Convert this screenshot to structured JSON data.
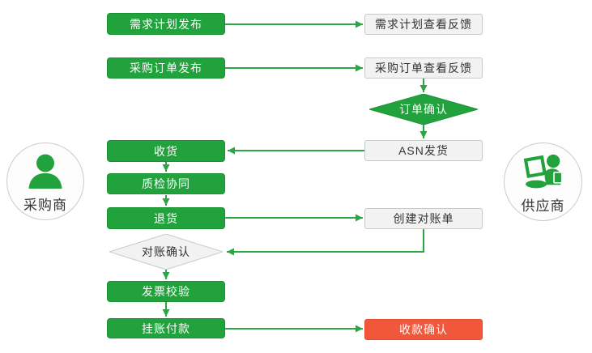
{
  "actors": {
    "buyer": {
      "label": "采购商",
      "icon": "buyer-person-icon"
    },
    "supplier": {
      "label": "供应商",
      "icon": "supplier-person-laptop-icon"
    }
  },
  "nodes": {
    "demand_plan_publish": {
      "label": "需求计划发布",
      "shape": "rect",
      "style": "green"
    },
    "demand_plan_feedback": {
      "label": "需求计划查看反馈",
      "shape": "rect",
      "style": "light"
    },
    "po_publish": {
      "label": "采购订单发布",
      "shape": "rect",
      "style": "green"
    },
    "po_feedback": {
      "label": "采购订单查看反馈",
      "shape": "rect",
      "style": "light"
    },
    "order_confirm": {
      "label": "订单确认",
      "shape": "diamond",
      "style": "green"
    },
    "asn_ship": {
      "label": "ASN发货",
      "shape": "rect",
      "style": "light"
    },
    "receive_goods": {
      "label": "收货",
      "shape": "rect",
      "style": "green"
    },
    "quality_collab": {
      "label": "质检协同",
      "shape": "rect",
      "style": "green"
    },
    "return_goods": {
      "label": "退货",
      "shape": "rect",
      "style": "green"
    },
    "create_statement": {
      "label": "创建对账单",
      "shape": "rect",
      "style": "light"
    },
    "statement_confirm": {
      "label": "对账确认",
      "shape": "diamond",
      "style": "light"
    },
    "invoice_check": {
      "label": "发票校验",
      "shape": "rect",
      "style": "green"
    },
    "book_payment": {
      "label": "挂账付款",
      "shape": "rect",
      "style": "green"
    },
    "receipt_confirm": {
      "label": "收款确认",
      "shape": "rect",
      "style": "orange"
    }
  },
  "edges": [
    {
      "from": "demand_plan_publish",
      "to": "demand_plan_feedback",
      "direction": "right"
    },
    {
      "from": "po_publish",
      "to": "po_feedback",
      "direction": "right"
    },
    {
      "from": "po_feedback",
      "to": "order_confirm",
      "direction": "down"
    },
    {
      "from": "order_confirm",
      "to": "asn_ship",
      "direction": "down"
    },
    {
      "from": "asn_ship",
      "to": "receive_goods",
      "direction": "left"
    },
    {
      "from": "receive_goods",
      "to": "quality_collab",
      "direction": "down"
    },
    {
      "from": "quality_collab",
      "to": "return_goods",
      "direction": "down"
    },
    {
      "from": "return_goods",
      "to": "create_statement",
      "direction": "right"
    },
    {
      "from": "create_statement",
      "to": "statement_confirm",
      "direction": "down-left"
    },
    {
      "from": "statement_confirm",
      "to": "invoice_check",
      "direction": "down"
    },
    {
      "from": "invoice_check",
      "to": "book_payment",
      "direction": "down"
    },
    {
      "from": "book_payment",
      "to": "receipt_confirm",
      "direction": "right"
    }
  ],
  "colors": {
    "process_green": "#21a23c",
    "process_green_border": "#1b9231",
    "arrow_green": "#2aa643",
    "light_bg": "#f2f2f2",
    "light_border": "#c9c9c9",
    "orange": "#f1573a",
    "text_dark": "#333333",
    "text_light": "#ffffff"
  }
}
